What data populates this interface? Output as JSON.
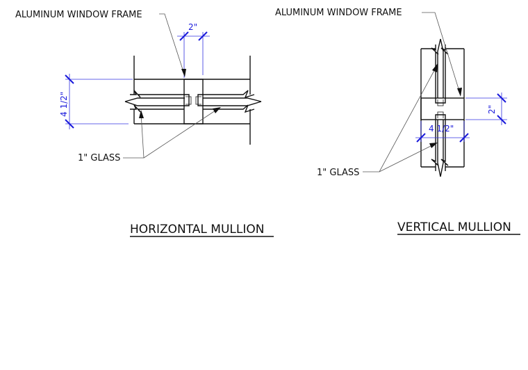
{
  "horizontal": {
    "frame_label": "ALUMINUM WINDOW FRAME",
    "glass_label": "1\" GLASS",
    "dim_width": "2\"",
    "dim_depth": "4 1/2\"",
    "title": "HORIZONTAL MULLION"
  },
  "vertical": {
    "frame_label": "ALUMINUM WINDOW FRAME",
    "glass_label": "1\" GLASS",
    "dim_width": "2\"",
    "dim_depth": "4 1/2\"",
    "title": "VERTICAL MULLION"
  },
  "colors": {
    "line": "#111111",
    "dimension": "#1a1adb",
    "leader": "#555555"
  }
}
